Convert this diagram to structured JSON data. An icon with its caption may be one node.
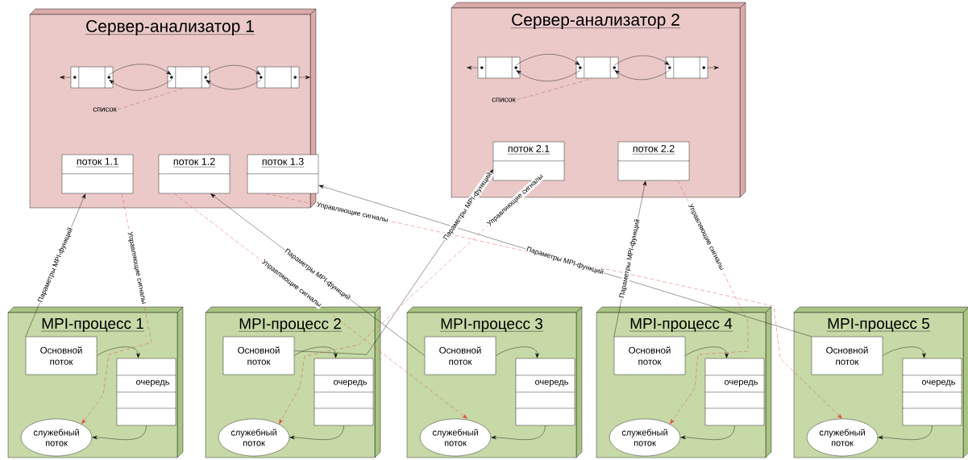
{
  "diagram": {
    "nodes": [
      {
        "text": [
          "Сервер-анализатор 1"
        ]
      },
      {
        "text": [],
        "shape": "box",
        "in": 0
      },
      {
        "text": [],
        "shape": "box",
        "in": 0
      },
      {
        "text": [],
        "shape": "box",
        "in": 0
      },
      {
        "text": [
          "список"
        ],
        "in": 0
      },
      {
        "text": [
          "поток 1.1"
        ],
        "in": 0
      },
      {
        "text": [
          "поток 1.2"
        ],
        "in": 0
      },
      {
        "text": [
          "поток 1.3"
        ],
        "in": 0
      },
      {
        "text": [
          "Сервер-анализатор 2"
        ]
      },
      {
        "text": [],
        "shape": "box",
        "in": 8
      },
      {
        "text": [],
        "shape": "box",
        "in": 8
      },
      {
        "text": [],
        "shape": "box",
        "in": 8
      },
      {
        "text": [
          "список"
        ],
        "in": 8
      },
      {
        "text": [
          "поток 2.1"
        ],
        "in": 8
      },
      {
        "text": [
          "поток 2.2"
        ],
        "in": 8
      },
      {
        "text": [
          "MPI-процесс 1"
        ]
      },
      {
        "text": [
          "Основной поток"
        ],
        "in": 15
      },
      {
        "text": [
          "очередь"
        ],
        "in": 15
      },
      {
        "text": [
          "служебный поток"
        ],
        "in": 15
      },
      {
        "text": [
          "MPI-процесс 2"
        ]
      },
      {
        "text": [
          "Основной поток"
        ],
        "in": 19
      },
      {
        "text": [
          "очередь"
        ],
        "in": 19
      },
      {
        "text": [
          "служебный поток"
        ],
        "in": 19
      },
      {
        "text": [
          "MPI-процесс 3"
        ]
      },
      {
        "text": [
          "Основной поток"
        ],
        "in": 23
      },
      {
        "text": [
          "очередь"
        ],
        "in": 23
      },
      {
        "text": [
          "служебный поток"
        ],
        "in": 23
      },
      {
        "text": [
          "MPI-процесс 4"
        ]
      },
      {
        "text": [
          "Основной поток"
        ],
        "in": 27
      },
      {
        "text": [
          "очередь"
        ],
        "in": 27
      },
      {
        "text": [
          "служебный поток"
        ],
        "in": 27
      },
      {
        "text": [
          "MPI-процесс 5"
        ]
      },
      {
        "text": [
          "Основной поток"
        ],
        "in": 31
      },
      {
        "text": [
          "очередь"
        ],
        "in": 31
      },
      {
        "text": [
          "служебный поток"
        ],
        "in": 31
      }
    ],
    "edges": [
      {
        "from": 1,
        "to": 2,
        "arrow": "to"
      },
      {
        "from": 2,
        "to": 1,
        "arrow": "to"
      },
      {
        "from": 2,
        "to": 3,
        "arrow": "to"
      },
      {
        "from": 3,
        "to": 2,
        "arrow": "to"
      },
      {
        "from": 1,
        "to": null,
        "arrow": "to"
      },
      {
        "from": 3,
        "to": null,
        "arrow": "to"
      },
      {
        "from": 4,
        "to": 2,
        "arrow": "none",
        "style": "dashed",
        "color": "#a05050"
      },
      {
        "from": 9,
        "to": 10,
        "arrow": "to"
      },
      {
        "from": 10,
        "to": 9,
        "arrow": "to"
      },
      {
        "from": 10,
        "to": 11,
        "arrow": "to"
      },
      {
        "from": 11,
        "to": 10,
        "arrow": "to"
      },
      {
        "from": 9,
        "to": null,
        "arrow": "to"
      },
      {
        "from": 11,
        "to": null,
        "arrow": "to"
      },
      {
        "from": 12,
        "to": 10,
        "arrow": "none",
        "style": "dashed",
        "color": "#a05050"
      },
      {
        "from": 16,
        "to": 5,
        "arrow": "to",
        "label": "Параметры MPI-функций"
      },
      {
        "from": 5,
        "to": 18,
        "arrow": "to",
        "label": "Управляющие сигналы",
        "style": "dashed",
        "color": "#e03c3c"
      },
      {
        "from": 24,
        "to": 6,
        "arrow": "to",
        "label": "Параметры MPI-функций"
      },
      {
        "from": 6,
        "to": 26,
        "arrow": "to",
        "label": "Управляющие сигналы",
        "style": "dashed",
        "color": "#e03c3c"
      },
      {
        "from": 20,
        "to": 13,
        "arrow": "to",
        "label": "Параметры MPI-функций"
      },
      {
        "from": 13,
        "to": 22,
        "arrow": "to",
        "label": "Управляющие сигналы",
        "style": "dashed",
        "color": "#e03c3c"
      },
      {
        "from": 28,
        "to": 14,
        "arrow": "to",
        "label": "Параметры MPI-функций"
      },
      {
        "from": 14,
        "to": 30,
        "arrow": "to",
        "label": "Управляющие сигналы",
        "style": "dashed",
        "color": "#e03c3c"
      },
      {
        "from": 32,
        "to": 7,
        "arrow": "to",
        "label": "Параметры MPI-функций"
      },
      {
        "from": 7,
        "to": 34,
        "arrow": "to",
        "label": "Управляющие сигналы",
        "style": "dashed",
        "color": "#e03c3c"
      },
      {
        "from": 16,
        "to": 17,
        "arrow": "to"
      },
      {
        "from": 17,
        "to": 18,
        "arrow": "to"
      },
      {
        "from": 20,
        "to": 21,
        "arrow": "to"
      },
      {
        "from": 21,
        "to": 22,
        "arrow": "to"
      },
      {
        "from": 24,
        "to": 25,
        "arrow": "to"
      },
      {
        "from": 25,
        "to": 26,
        "arrow": "to"
      },
      {
        "from": 28,
        "to": 29,
        "arrow": "to"
      },
      {
        "from": 29,
        "to": 30,
        "arrow": "to"
      },
      {
        "from": 32,
        "to": 33,
        "arrow": "to"
      },
      {
        "from": 33,
        "to": 34,
        "arrow": "to"
      }
    ]
  }
}
